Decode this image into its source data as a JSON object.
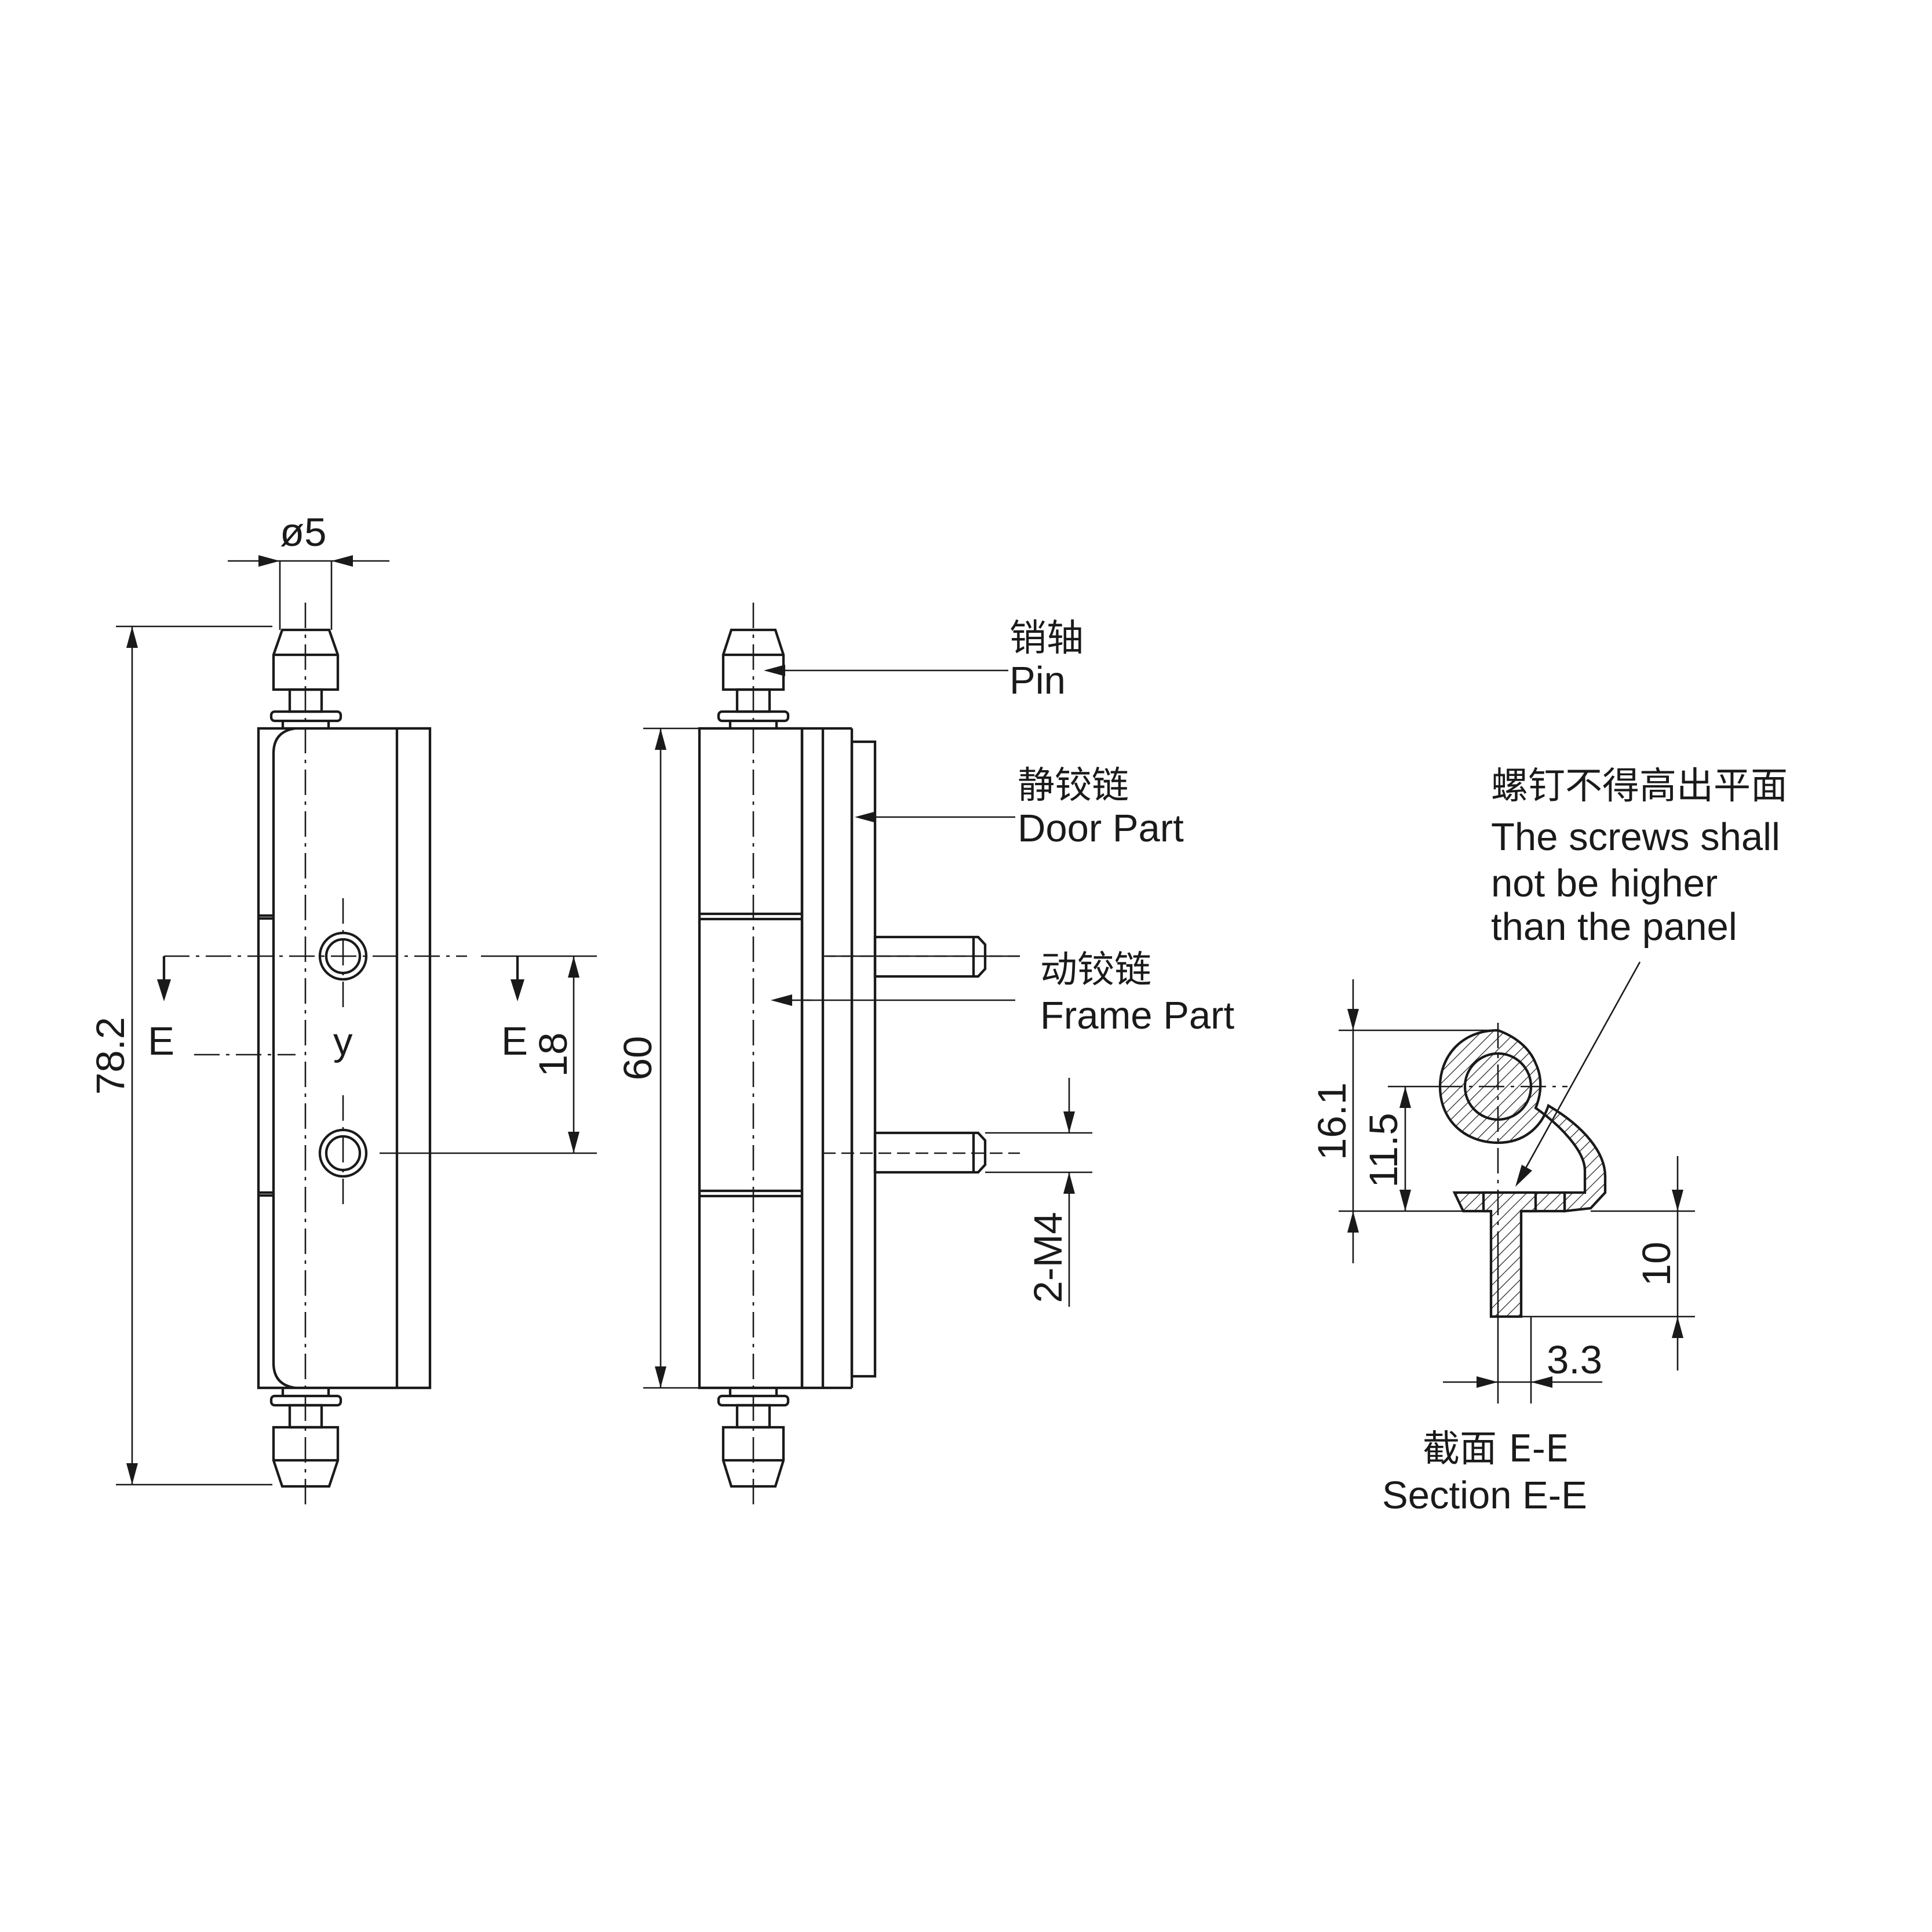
{
  "dimensions": {
    "pin_diameter": "ø5",
    "overall_height": "78.2",
    "hole_spacing": "18",
    "leaf_height": "60",
    "thread": "2-M4",
    "section_height_total": "16.1",
    "section_height_pin": "11.5",
    "screw_length": "10",
    "screw_offset": "3.3"
  },
  "section_marks": {
    "left": "E",
    "right": "E"
  },
  "callouts": {
    "pin": {
      "cn": "销轴",
      "en": "Pin"
    },
    "door_part": {
      "cn": "静铰链",
      "en": "Door Part"
    },
    "frame_part": {
      "cn": "动铰链",
      "en": "Frame Part"
    },
    "screws_note": {
      "cn": "螺钉不得高出平面",
      "en_lines": [
        "The screws shall",
        "not be higher",
        "than the panel"
      ]
    }
  },
  "section_caption": {
    "cn": "截面 E-E",
    "en": "Section E-E"
  },
  "logo_text": "y"
}
